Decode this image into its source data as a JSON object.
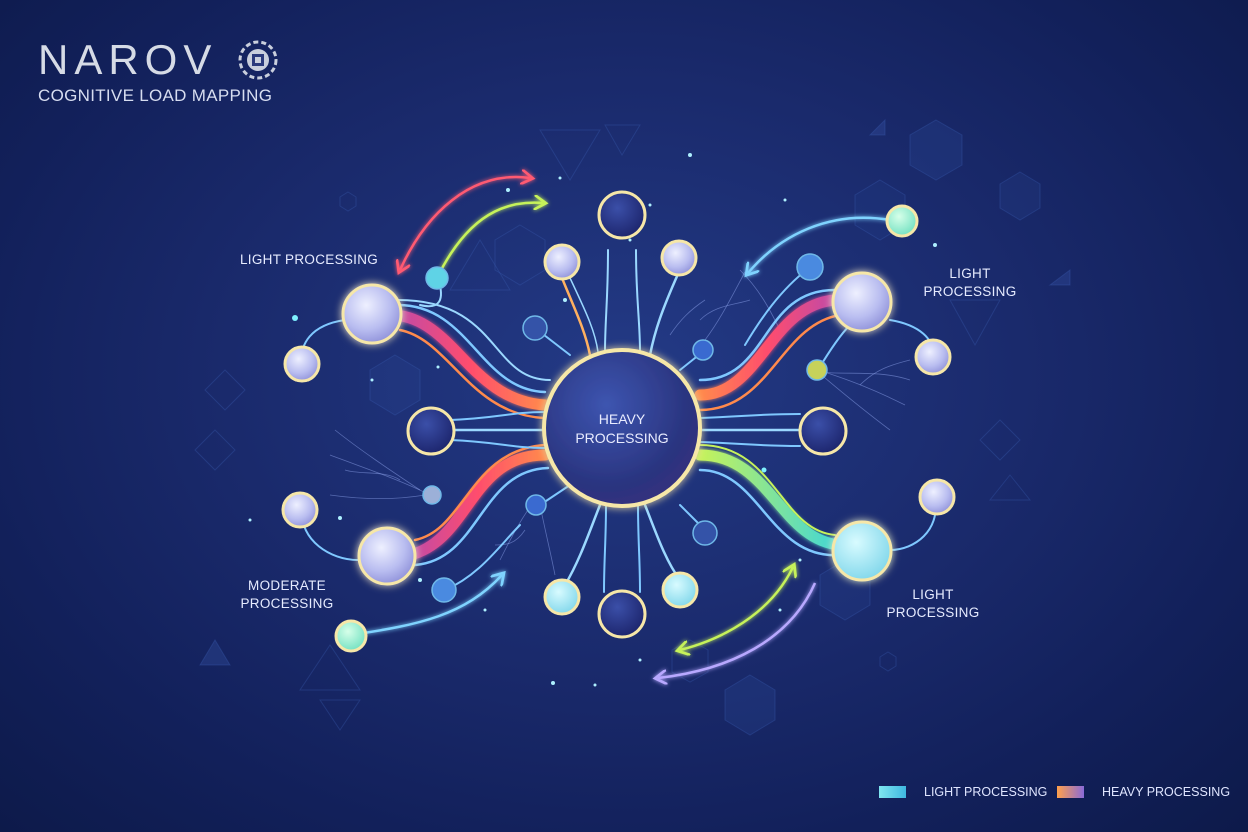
{
  "brand": {
    "name": "NAROV",
    "subtitle": "COGNITIVE LOAD MAPPING",
    "mark": "circuit-chip-icon"
  },
  "center": {
    "line1": "HEAVY",
    "line2": "PROCESSING"
  },
  "labels": {
    "top_left": "LIGHT PROCESSING",
    "top_right_1": "LIGHT",
    "top_right_2": "PROCESSING",
    "bottom_left_1": "MODERATE",
    "bottom_left_2": "PROCESSING",
    "bottom_right_1": "LIGHT",
    "bottom_right_2": "PROCESSING"
  },
  "legend": [
    {
      "label": "LIGHT PROCESSING",
      "color": "#4fd6e8"
    },
    {
      "label": "HEAVY PROCESSING",
      "color": "#f08a5a"
    }
  ],
  "colors": {
    "background": "#1a2a6c",
    "heavy_red": "#ff4d6d",
    "heavy_orange": "#ff8a4c",
    "light_blue": "#7fd3ff",
    "teal": "#3fe0c8",
    "lime": "#c6f25a",
    "violet": "#b38cff"
  }
}
